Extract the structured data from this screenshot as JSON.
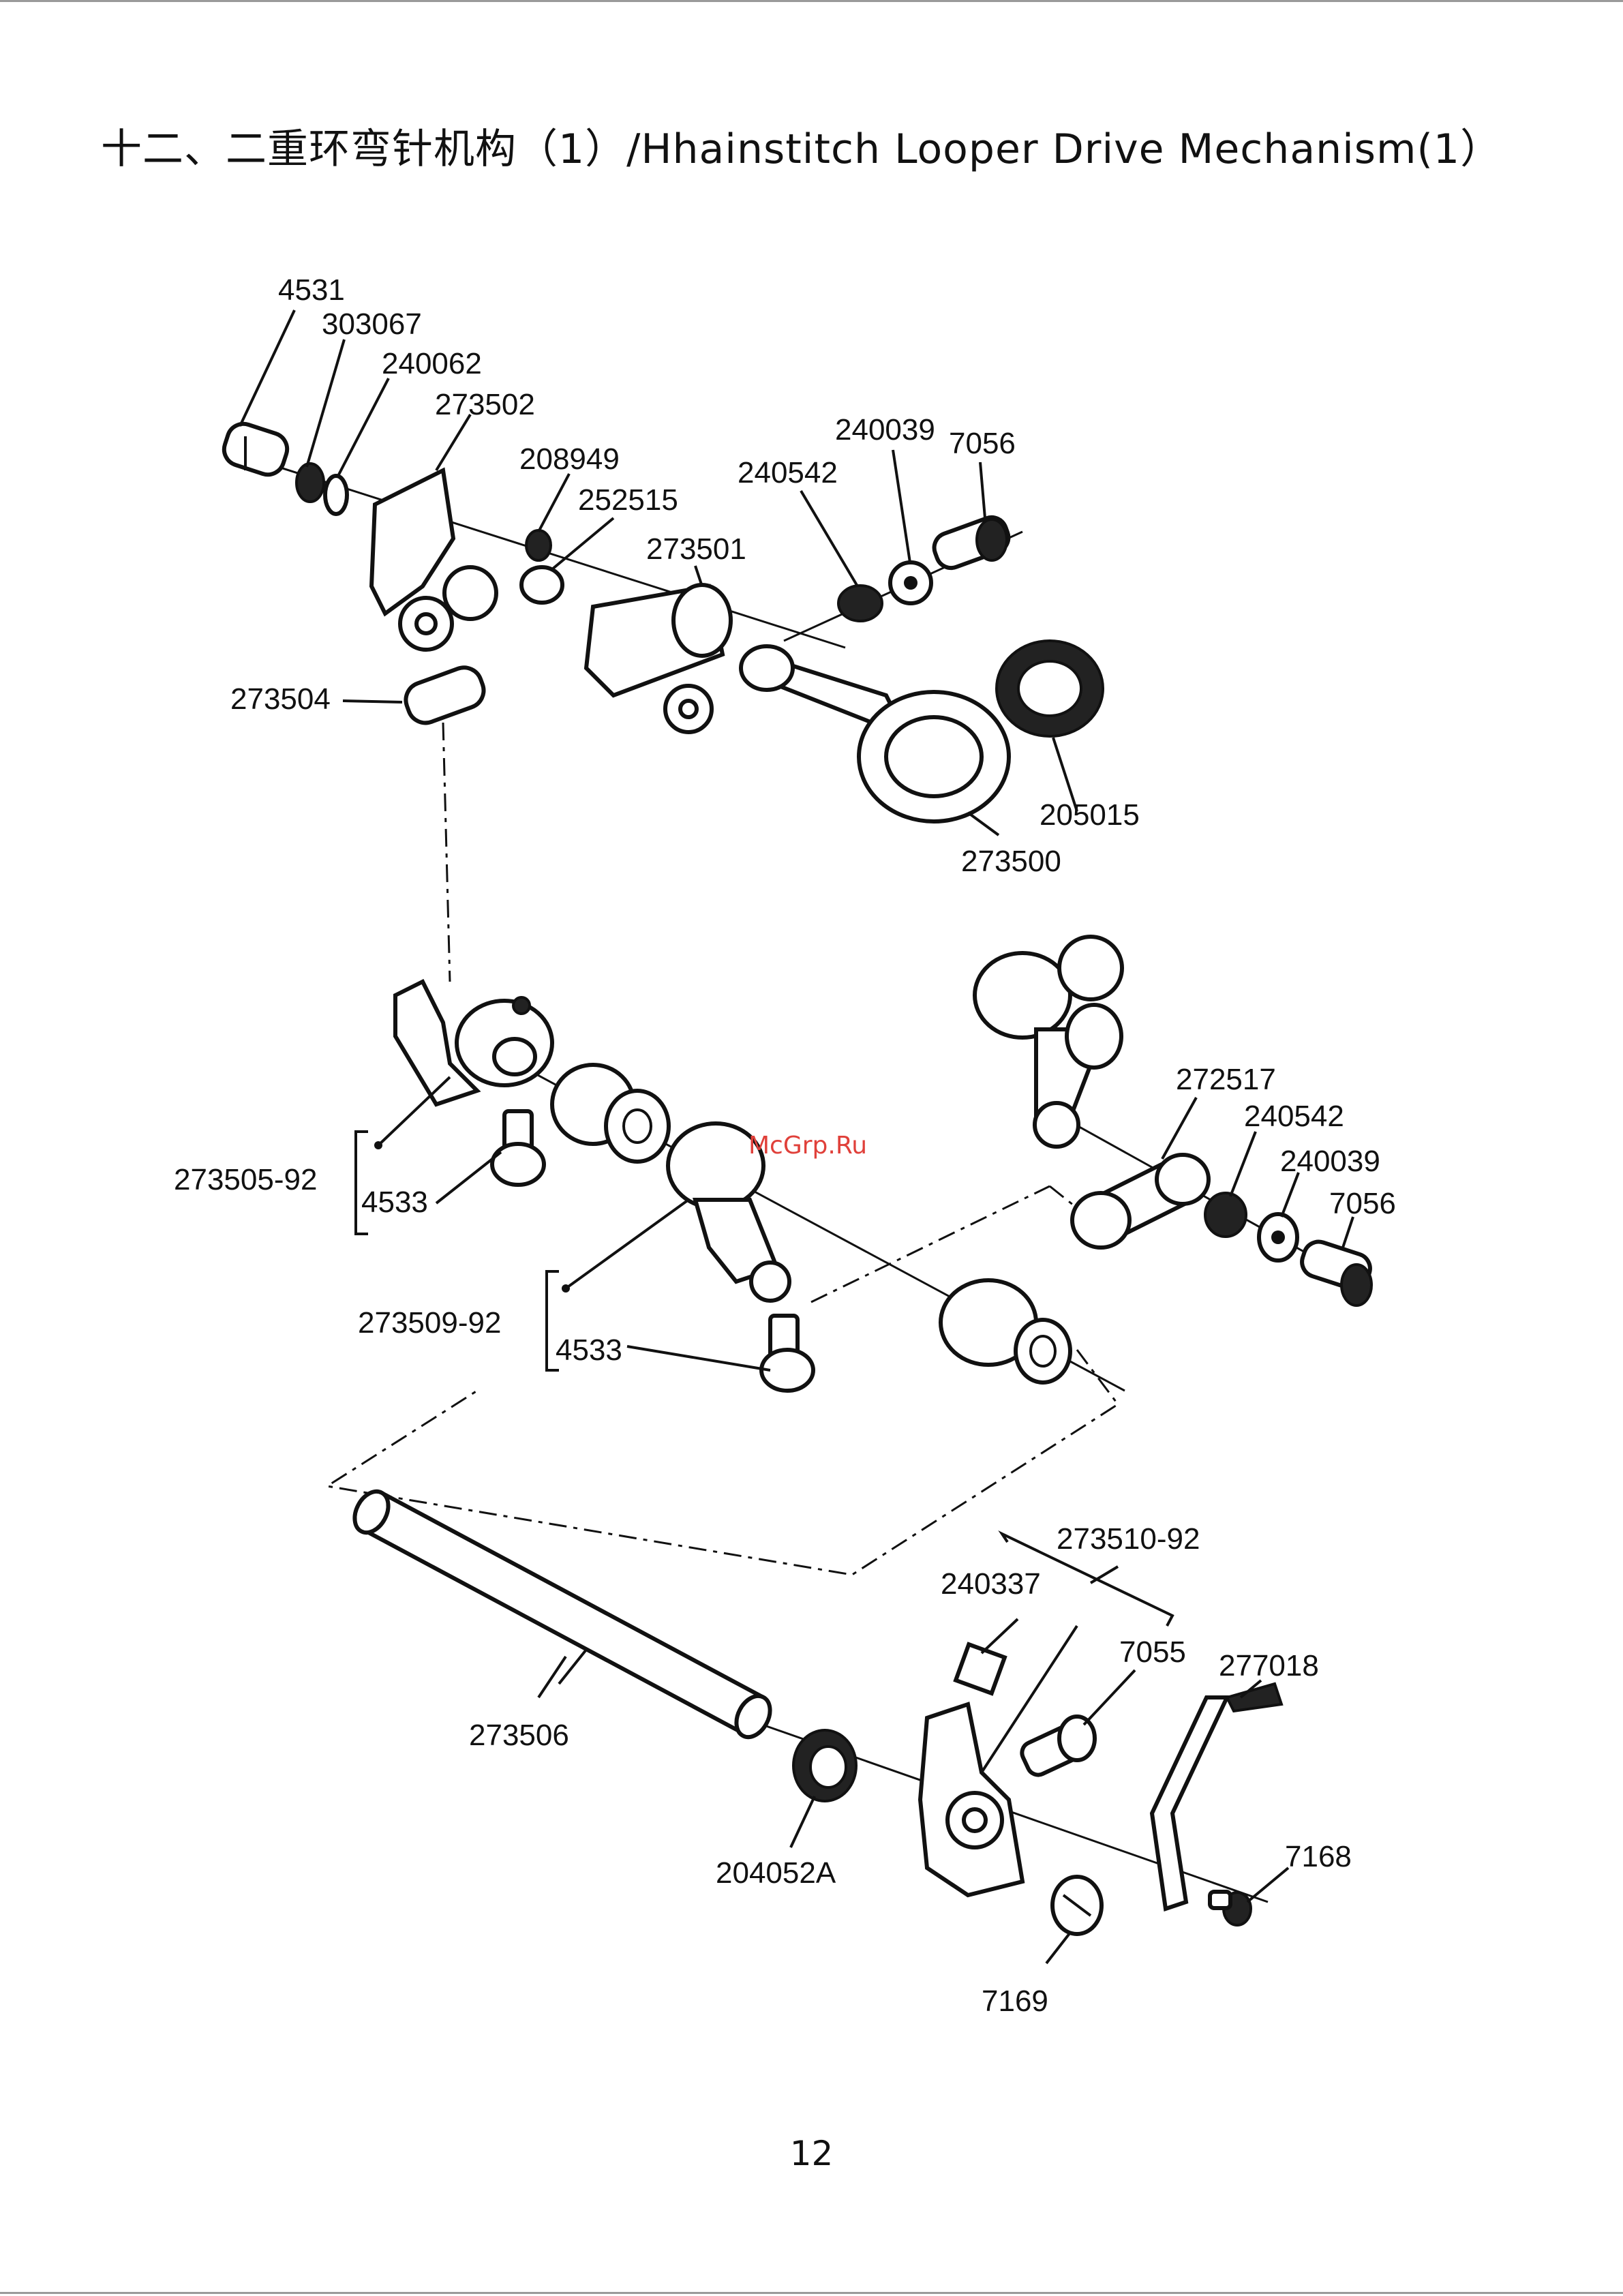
{
  "title": "十二、二重环弯针机构（1）/Hhainstitch Looper Drive Mechanism(1）",
  "page_number": "12",
  "watermark": "McGrp.Ru",
  "labels": {
    "p4531": "4531",
    "p303067": "303067",
    "p240062": "240062",
    "p273502": "273502",
    "p208949": "208949",
    "p252515": "252515",
    "p273501": "273501",
    "p240542a": "240542",
    "p240039a": "240039",
    "p7056a": "7056",
    "p273504": "273504",
    "p205015": "205015",
    "p273500": "273500",
    "p272517": "272517",
    "p240542b": "240542",
    "p240039b": "240039",
    "p7056b": "7056",
    "p273505_92": "273505-92",
    "p4533a": "4533",
    "p273509_92": "273509-92",
    "p4533b": "4533",
    "p273510_92": "273510-92",
    "p240337": "240337",
    "p7055": "7055",
    "p277018": "277018",
    "p273506": "273506",
    "p204052A": "204052A",
    "p7168": "7168",
    "p7169": "7169"
  }
}
